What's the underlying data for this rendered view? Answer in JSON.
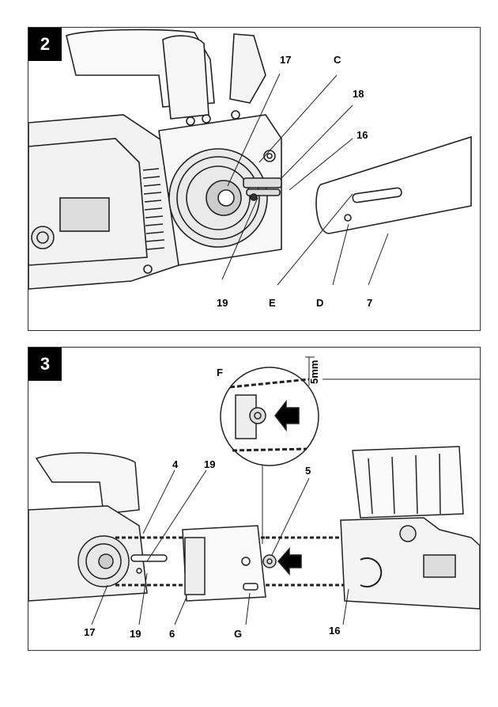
{
  "figures": [
    {
      "number": "2",
      "callouts": {
        "c17": "17",
        "cC": "C",
        "c18": "18",
        "c16": "16",
        "c19": "19",
        "cE": "E",
        "cD": "D",
        "c7": "7"
      }
    },
    {
      "number": "3",
      "callouts": {
        "cF": "F",
        "c5mm": "5mm",
        "c4": "4",
        "c19a": "19",
        "c5": "5",
        "c17": "17",
        "c19b": "19",
        "c6": "6",
        "cG": "G",
        "c16": "16"
      }
    }
  ]
}
